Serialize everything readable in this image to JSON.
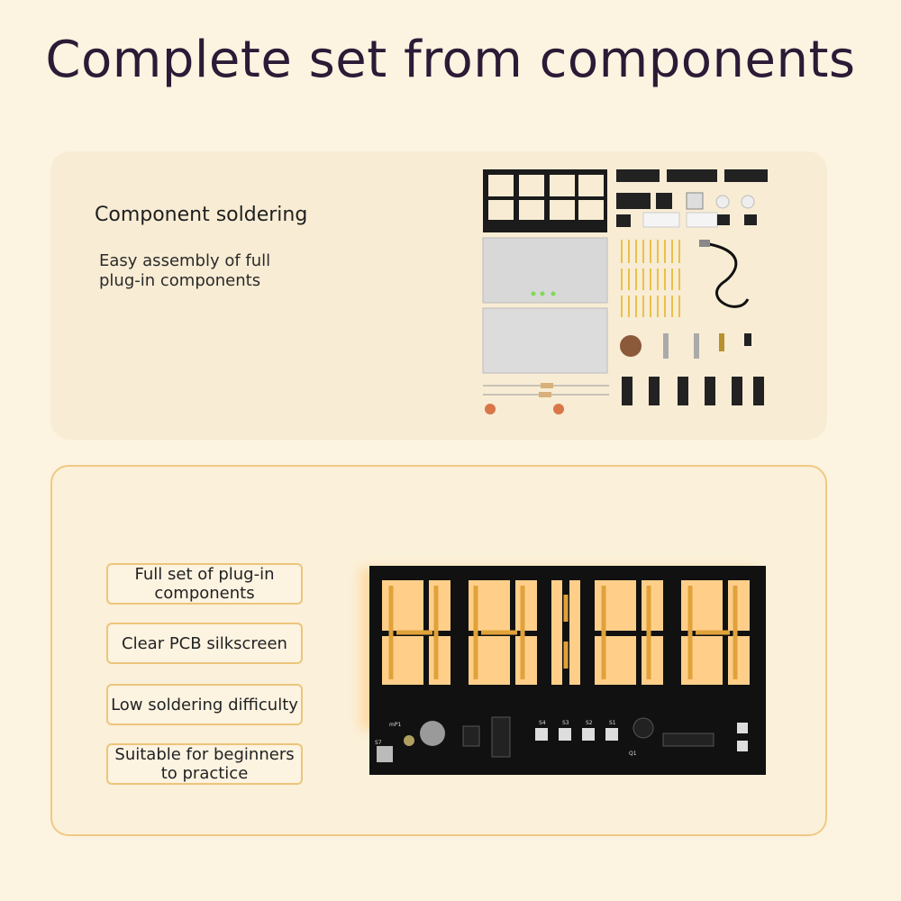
{
  "title": "Complete set from components",
  "section1": {
    "heading": "Component soldering",
    "body": "Easy assembly of full plug-in components"
  },
  "features": [
    "Full set of plug-in components",
    "Clear PCB silkscreen",
    "Low soldering difficulty",
    "Suitable for beginners to practice"
  ],
  "board_labels": {
    "s1": "S1",
    "s2": "S2",
    "s3": "S3",
    "s4": "S4",
    "s7": "S7",
    "mp": "mP1",
    "q1": "Q1"
  },
  "colors": {
    "background": "#fcf3e1",
    "accent_border": "#f0c983",
    "glow": "#ffb347",
    "title": "#2c1a36"
  }
}
